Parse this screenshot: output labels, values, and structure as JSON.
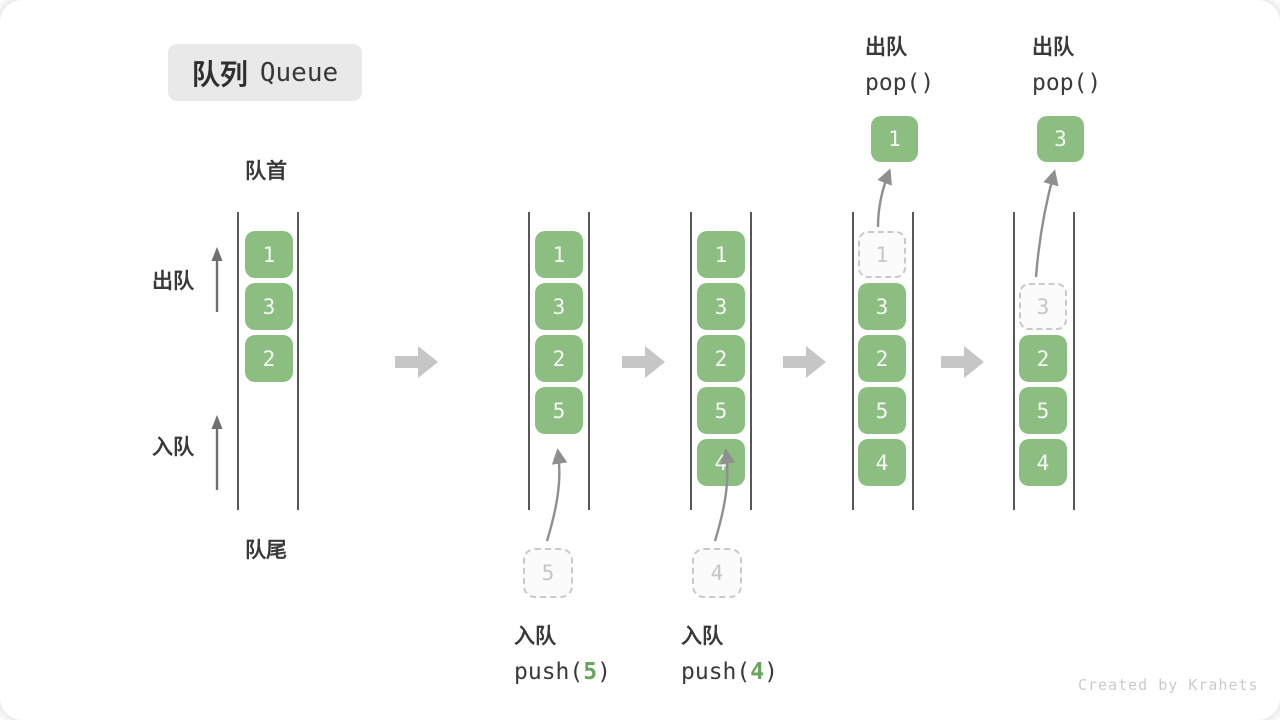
{
  "title": {
    "zh": "队列",
    "en": "Queue"
  },
  "sideLabels": {
    "front": "队首",
    "rear": "队尾",
    "dequeue": "出队",
    "enqueue": "入队"
  },
  "operations": {
    "push5": {
      "label": "入队",
      "fn_open": "push(",
      "arg": "5",
      "fn_close": ")"
    },
    "push4": {
      "label": "入队",
      "fn_open": "push(",
      "arg": "4",
      "fn_close": ")"
    },
    "pop1": {
      "label": "出队",
      "fn": "pop()"
    },
    "pop2": {
      "label": "出队",
      "fn": "pop()"
    }
  },
  "queues": {
    "state1": {
      "items": [
        "1",
        "3",
        "2"
      ]
    },
    "state2": {
      "items": [
        "1",
        "3",
        "2",
        "5"
      ],
      "incoming": "5"
    },
    "state3": {
      "items": [
        "1",
        "3",
        "2",
        "5",
        "4"
      ],
      "incoming": "4"
    },
    "state4": {
      "items": [
        "3",
        "2",
        "5",
        "4"
      ],
      "ghost": "1",
      "popped": "1"
    },
    "state5": {
      "items": [
        "2",
        "5",
        "4"
      ],
      "ghost": "3",
      "popped": "3"
    }
  },
  "credit": "Created by Krahets",
  "colors": {
    "box_green": "#8CBE82",
    "arg_green": "#67a558",
    "text_dark": "#3a3a3a",
    "block_arrow_gray": "#c6c6c6",
    "dashed_gray": "#c9c9c9",
    "badge_gray": "#e9e9e9"
  }
}
